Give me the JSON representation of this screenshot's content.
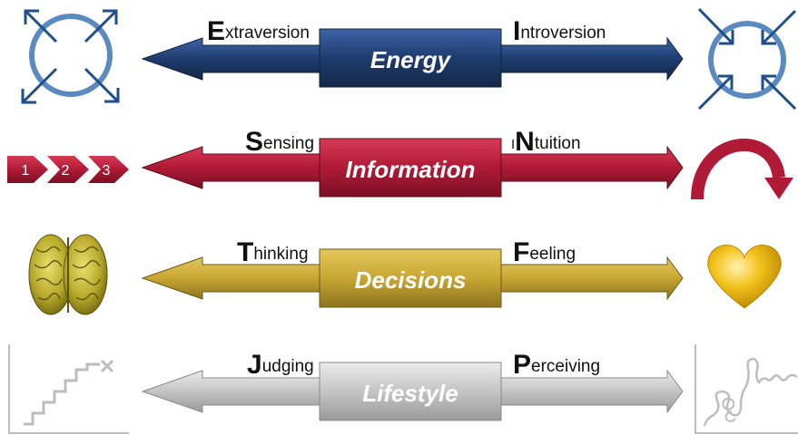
{
  "rows": [
    {
      "name": "energy",
      "title": "Energy",
      "color": "#1f3c6e",
      "left": {
        "cap": "E",
        "rest": "xtraversion"
      },
      "right": {
        "small": "",
        "cap": "I",
        "rest": "ntroversion"
      },
      "left_icon": "outward-arrows-circle-icon",
      "right_icon": "inward-arrows-circle-icon"
    },
    {
      "name": "information",
      "title": "Information",
      "color": "#b01a36",
      "left": {
        "cap": "S",
        "rest": "ensing"
      },
      "right": {
        "small": "I",
        "cap": "N",
        "rest": "tuition"
      },
      "left_icon": "numbered-chevrons-icon",
      "right_icon": "curved-arrow-icon",
      "steps": [
        "1",
        "2",
        "3"
      ]
    },
    {
      "name": "decisions",
      "title": "Decisions",
      "color": "#c8a632",
      "left": {
        "cap": "T",
        "rest": "hinking"
      },
      "right": {
        "small": "",
        "cap": "F",
        "rest": "eeling"
      },
      "left_icon": "brain-icon",
      "right_icon": "heart-icon"
    },
    {
      "name": "lifestyle",
      "title": "Lifestyle",
      "color": "#c4c4c4",
      "left": {
        "cap": "J",
        "rest": "udging"
      },
      "right": {
        "small": "",
        "cap": "P",
        "rest": "erceiving"
      },
      "left_icon": "staircase-chart-icon",
      "right_icon": "scribble-chart-icon"
    }
  ]
}
